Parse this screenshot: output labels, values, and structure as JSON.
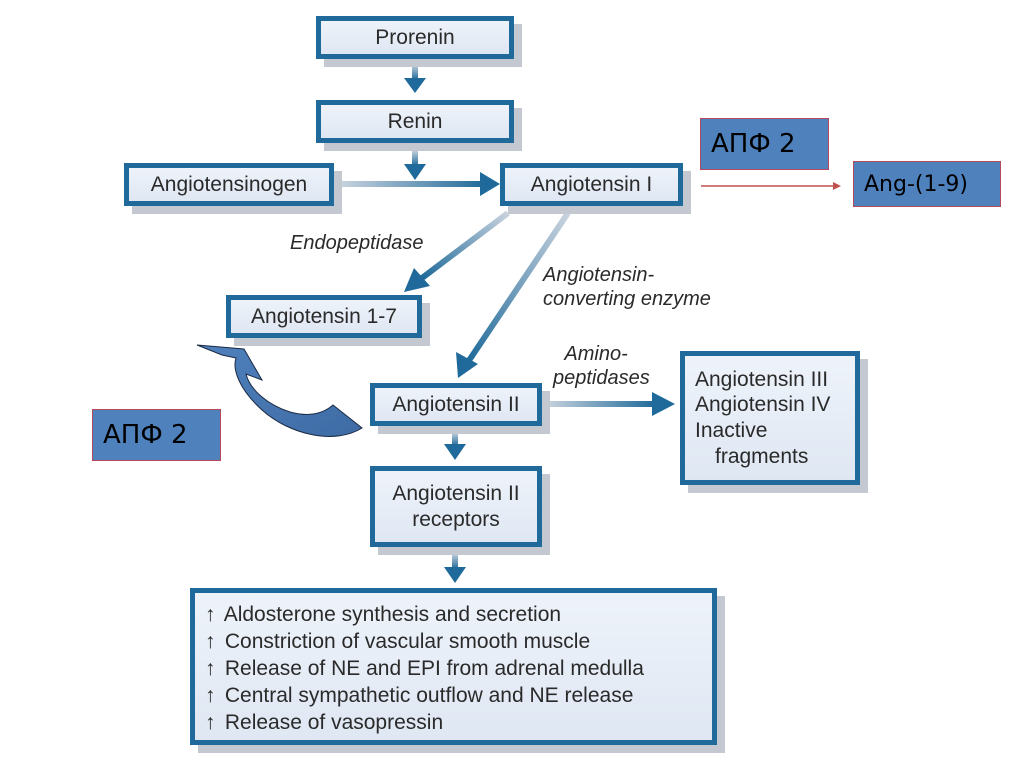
{
  "diagram": {
    "nodes": {
      "prorenin": "Prorenin",
      "renin": "Renin",
      "angiotensinogen": "Angiotensinogen",
      "angiotensin_1": "Angiotensin I",
      "angiotensin_1_7": "Angiotensin 1-7",
      "angiotensin_2": "Angiotensin II",
      "metabolites": [
        "Angiotensin III",
        "Angiotensin IV",
        "Inactive",
        "fragments"
      ],
      "receptors": [
        "Angiotensin II",
        "receptors"
      ]
    },
    "enzyme_labels": {
      "endopeptidase": "Endopeptidase",
      "ace": [
        "Angiotensin-",
        "converting enzyme"
      ],
      "aminopeptidases": [
        "Amino-",
        "peptidases"
      ]
    },
    "effects": {
      "arrow_symbol": "↑",
      "items": [
        "Aldosterone synthesis and secretion",
        "Constriction of vascular smooth muscle",
        "Release of NE and EPI from adrenal medulla",
        "Central sympathetic outflow and NE release",
        "Release of vasopressin"
      ]
    },
    "annotations": {
      "ace2_top": "АПФ 2",
      "ang_1_9": "Ang-(1-9)",
      "ace2_left": "АПФ 2"
    },
    "colors": {
      "box_border": "#1f6a9a",
      "arrow": "#1f6a9a",
      "annotation_fill": "#4f81bd",
      "annotation_border": "#b5485b",
      "red_arrow": "#c0504d"
    }
  }
}
